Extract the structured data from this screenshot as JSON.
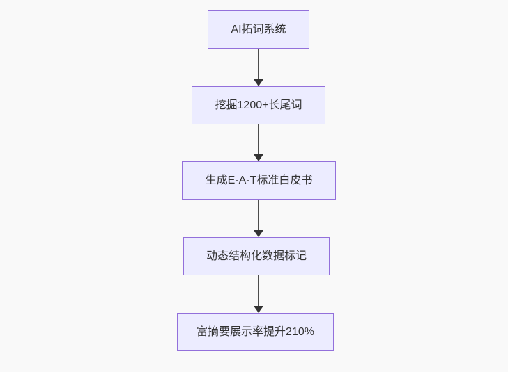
{
  "flowchart": {
    "type": "vertical-flowchart",
    "nodes": [
      {
        "id": "node-0",
        "label": "AI拓词系统"
      },
      {
        "id": "node-1",
        "label": "挖掘1200+长尾词"
      },
      {
        "id": "node-2",
        "label": "生成E-A-T标准白皮书"
      },
      {
        "id": "node-3",
        "label": "动态结构化数据标记"
      },
      {
        "id": "node-4",
        "label": "富摘要展示率提升210%"
      }
    ],
    "edges": [
      {
        "from": "node-0",
        "to": "node-1",
        "arrow": "down"
      },
      {
        "from": "node-1",
        "to": "node-2",
        "arrow": "down"
      },
      {
        "from": "node-2",
        "to": "node-3",
        "arrow": "down"
      },
      {
        "from": "node-3",
        "to": "node-4",
        "arrow": "down"
      }
    ],
    "colors": {
      "node_fill": "#ECECFF",
      "node_border": "#9370DB",
      "node_text": "#333333",
      "arrow": "#333333",
      "page_background": "#F9F9F9"
    }
  }
}
